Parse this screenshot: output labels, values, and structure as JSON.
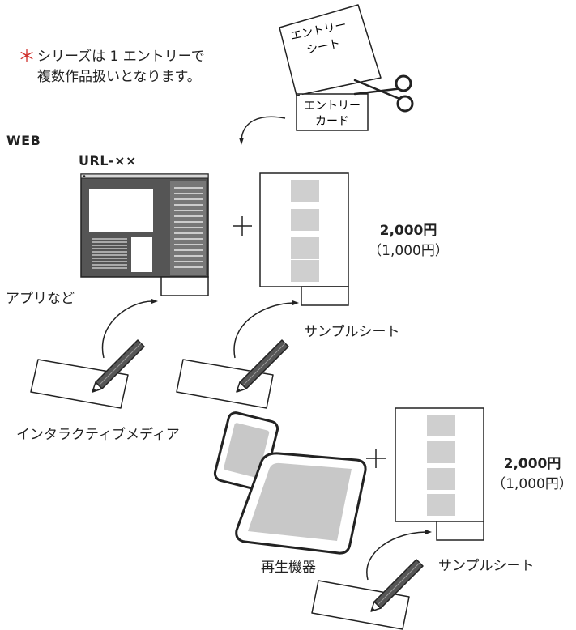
{
  "note": {
    "marker": "＊",
    "line1": "シリーズは 1 エントリーで",
    "line2": "複数作品扱いとなります。"
  },
  "entry_sheet": {
    "sheet_line1": "エントリー",
    "sheet_line2": "シート",
    "card_line1": "エントリー",
    "card_line2": "カード"
  },
  "web": {
    "heading": "WEB",
    "url_label": "URL-××",
    "app_label": "アプリなど",
    "sample_label": "サンプルシート",
    "price": "2,000円",
    "price_reduced": "（1,000円）"
  },
  "interactive": {
    "heading": "インタラクティブメディア",
    "device_label": "再生機器",
    "sample_label": "サンプルシート",
    "price": "2,000円",
    "price_reduced": "（1,000円）"
  }
}
